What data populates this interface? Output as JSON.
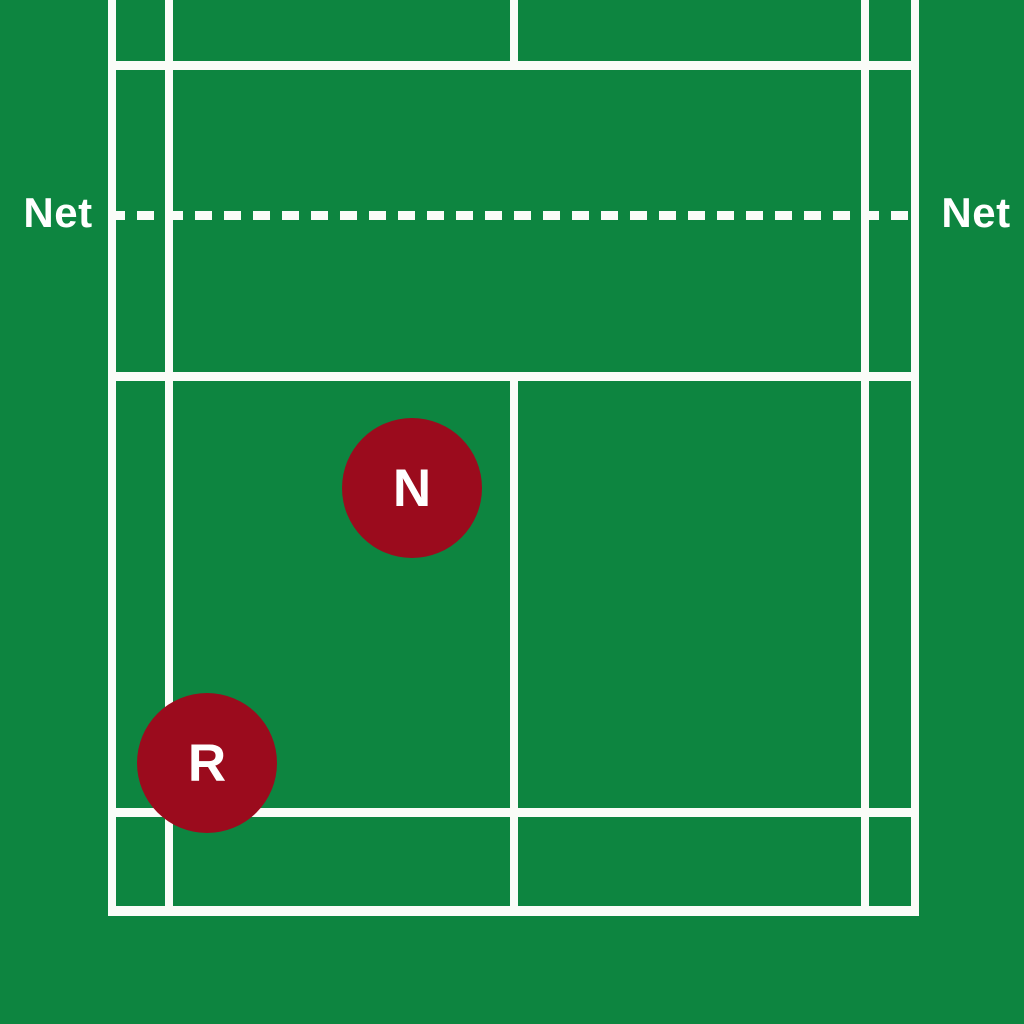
{
  "diagram": {
    "type": "badminton-court-diagram",
    "labels": {
      "net_left": "Net",
      "net_right": "Net"
    },
    "markers": [
      {
        "id": "N",
        "label": "N",
        "area": "left-service-court-front"
      },
      {
        "id": "R",
        "label": "R",
        "area": "left-service-court-back"
      }
    ],
    "colors": {
      "court_green": "#0D8540",
      "line_white": "#FAFCF8",
      "marker_red": "#9B0B1D",
      "label_white": "#FFFFFF"
    }
  }
}
